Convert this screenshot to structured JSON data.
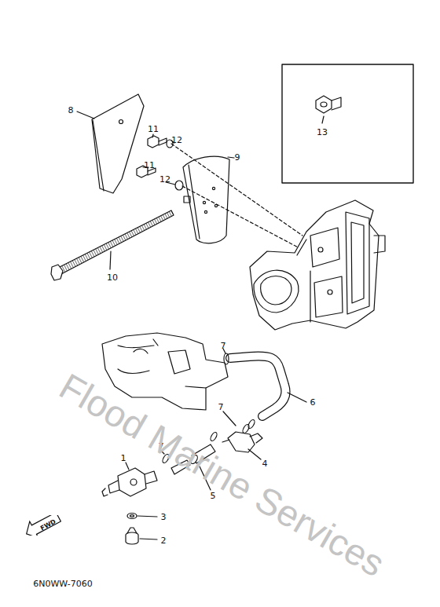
{
  "diagram": {
    "nodes": [
      {
        "text": [
          "13"
        ]
      },
      {
        "text": [
          "FWD"
        ]
      }
    ],
    "labels": [
      "8",
      "11",
      "12",
      "11",
      "12",
      "9",
      "10",
      "7",
      "6",
      "7",
      "4",
      "1",
      "7",
      "5",
      "3",
      "2",
      "6N0WW-7060",
      "Flood Marine Services"
    ]
  }
}
